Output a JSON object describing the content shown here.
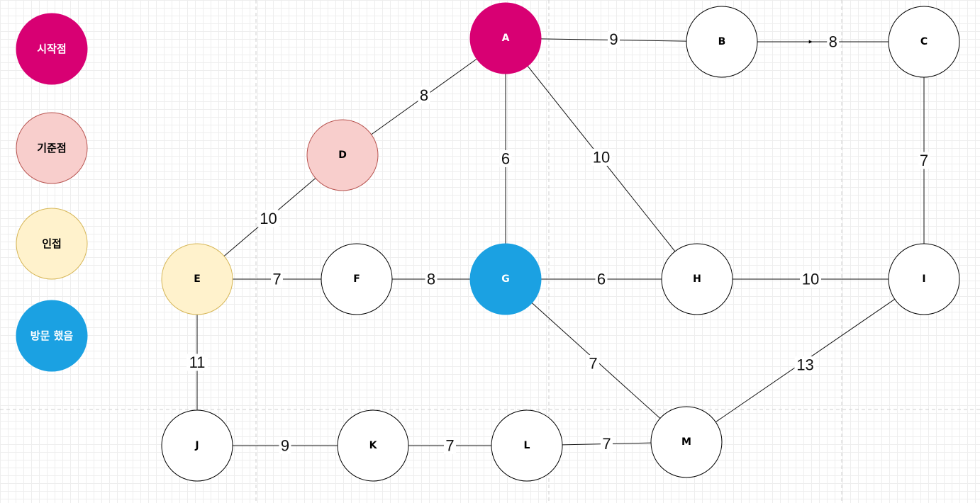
{
  "colors": {
    "start": "#d80073",
    "pivot": "#f8cecc",
    "pivot_stroke": "#b85450",
    "adjacent": "#fff2cc",
    "adjacent_stroke": "#d6b656",
    "visited": "#1ba1e2",
    "unvisited": "#ffffff",
    "stroke": "#000000"
  },
  "legend": [
    {
      "id": "start",
      "label": "시작점"
    },
    {
      "id": "pivot",
      "label": "기준점"
    },
    {
      "id": "adjacent",
      "label": "인접"
    },
    {
      "id": "visited",
      "label": "방문 했음"
    }
  ],
  "nodes": [
    {
      "id": "A",
      "label": "A",
      "state": "start"
    },
    {
      "id": "B",
      "label": "B",
      "state": "unvisited"
    },
    {
      "id": "C",
      "label": "C",
      "state": "unvisited"
    },
    {
      "id": "D",
      "label": "D",
      "state": "pivot"
    },
    {
      "id": "E",
      "label": "E",
      "state": "adjacent"
    },
    {
      "id": "F",
      "label": "F",
      "state": "unvisited"
    },
    {
      "id": "G",
      "label": "G",
      "state": "visited"
    },
    {
      "id": "H",
      "label": "H",
      "state": "unvisited"
    },
    {
      "id": "I",
      "label": "I",
      "state": "unvisited"
    },
    {
      "id": "J",
      "label": "J",
      "state": "unvisited"
    },
    {
      "id": "K",
      "label": "K",
      "state": "unvisited"
    },
    {
      "id": "L",
      "label": "L",
      "state": "unvisited"
    },
    {
      "id": "M",
      "label": "M",
      "state": "unvisited"
    }
  ],
  "edges": [
    {
      "from": "A",
      "to": "B",
      "weight": "9"
    },
    {
      "from": "B",
      "to": "C",
      "weight": "8",
      "arrow": true
    },
    {
      "from": "A",
      "to": "D",
      "weight": "8"
    },
    {
      "from": "A",
      "to": "G",
      "weight": "6"
    },
    {
      "from": "A",
      "to": "H",
      "weight": "10"
    },
    {
      "from": "C",
      "to": "I",
      "weight": "7"
    },
    {
      "from": "D",
      "to": "E",
      "weight": "10"
    },
    {
      "from": "E",
      "to": "F",
      "weight": "7"
    },
    {
      "from": "F",
      "to": "G",
      "weight": "8"
    },
    {
      "from": "G",
      "to": "H",
      "weight": "6"
    },
    {
      "from": "H",
      "to": "I",
      "weight": "10"
    },
    {
      "from": "E",
      "to": "J",
      "weight": "11"
    },
    {
      "from": "G",
      "to": "M",
      "weight": "7"
    },
    {
      "from": "I",
      "to": "M",
      "weight": "13"
    },
    {
      "from": "J",
      "to": "K",
      "weight": "9"
    },
    {
      "from": "K",
      "to": "L",
      "weight": "7"
    },
    {
      "from": "L",
      "to": "M",
      "weight": "7"
    }
  ]
}
